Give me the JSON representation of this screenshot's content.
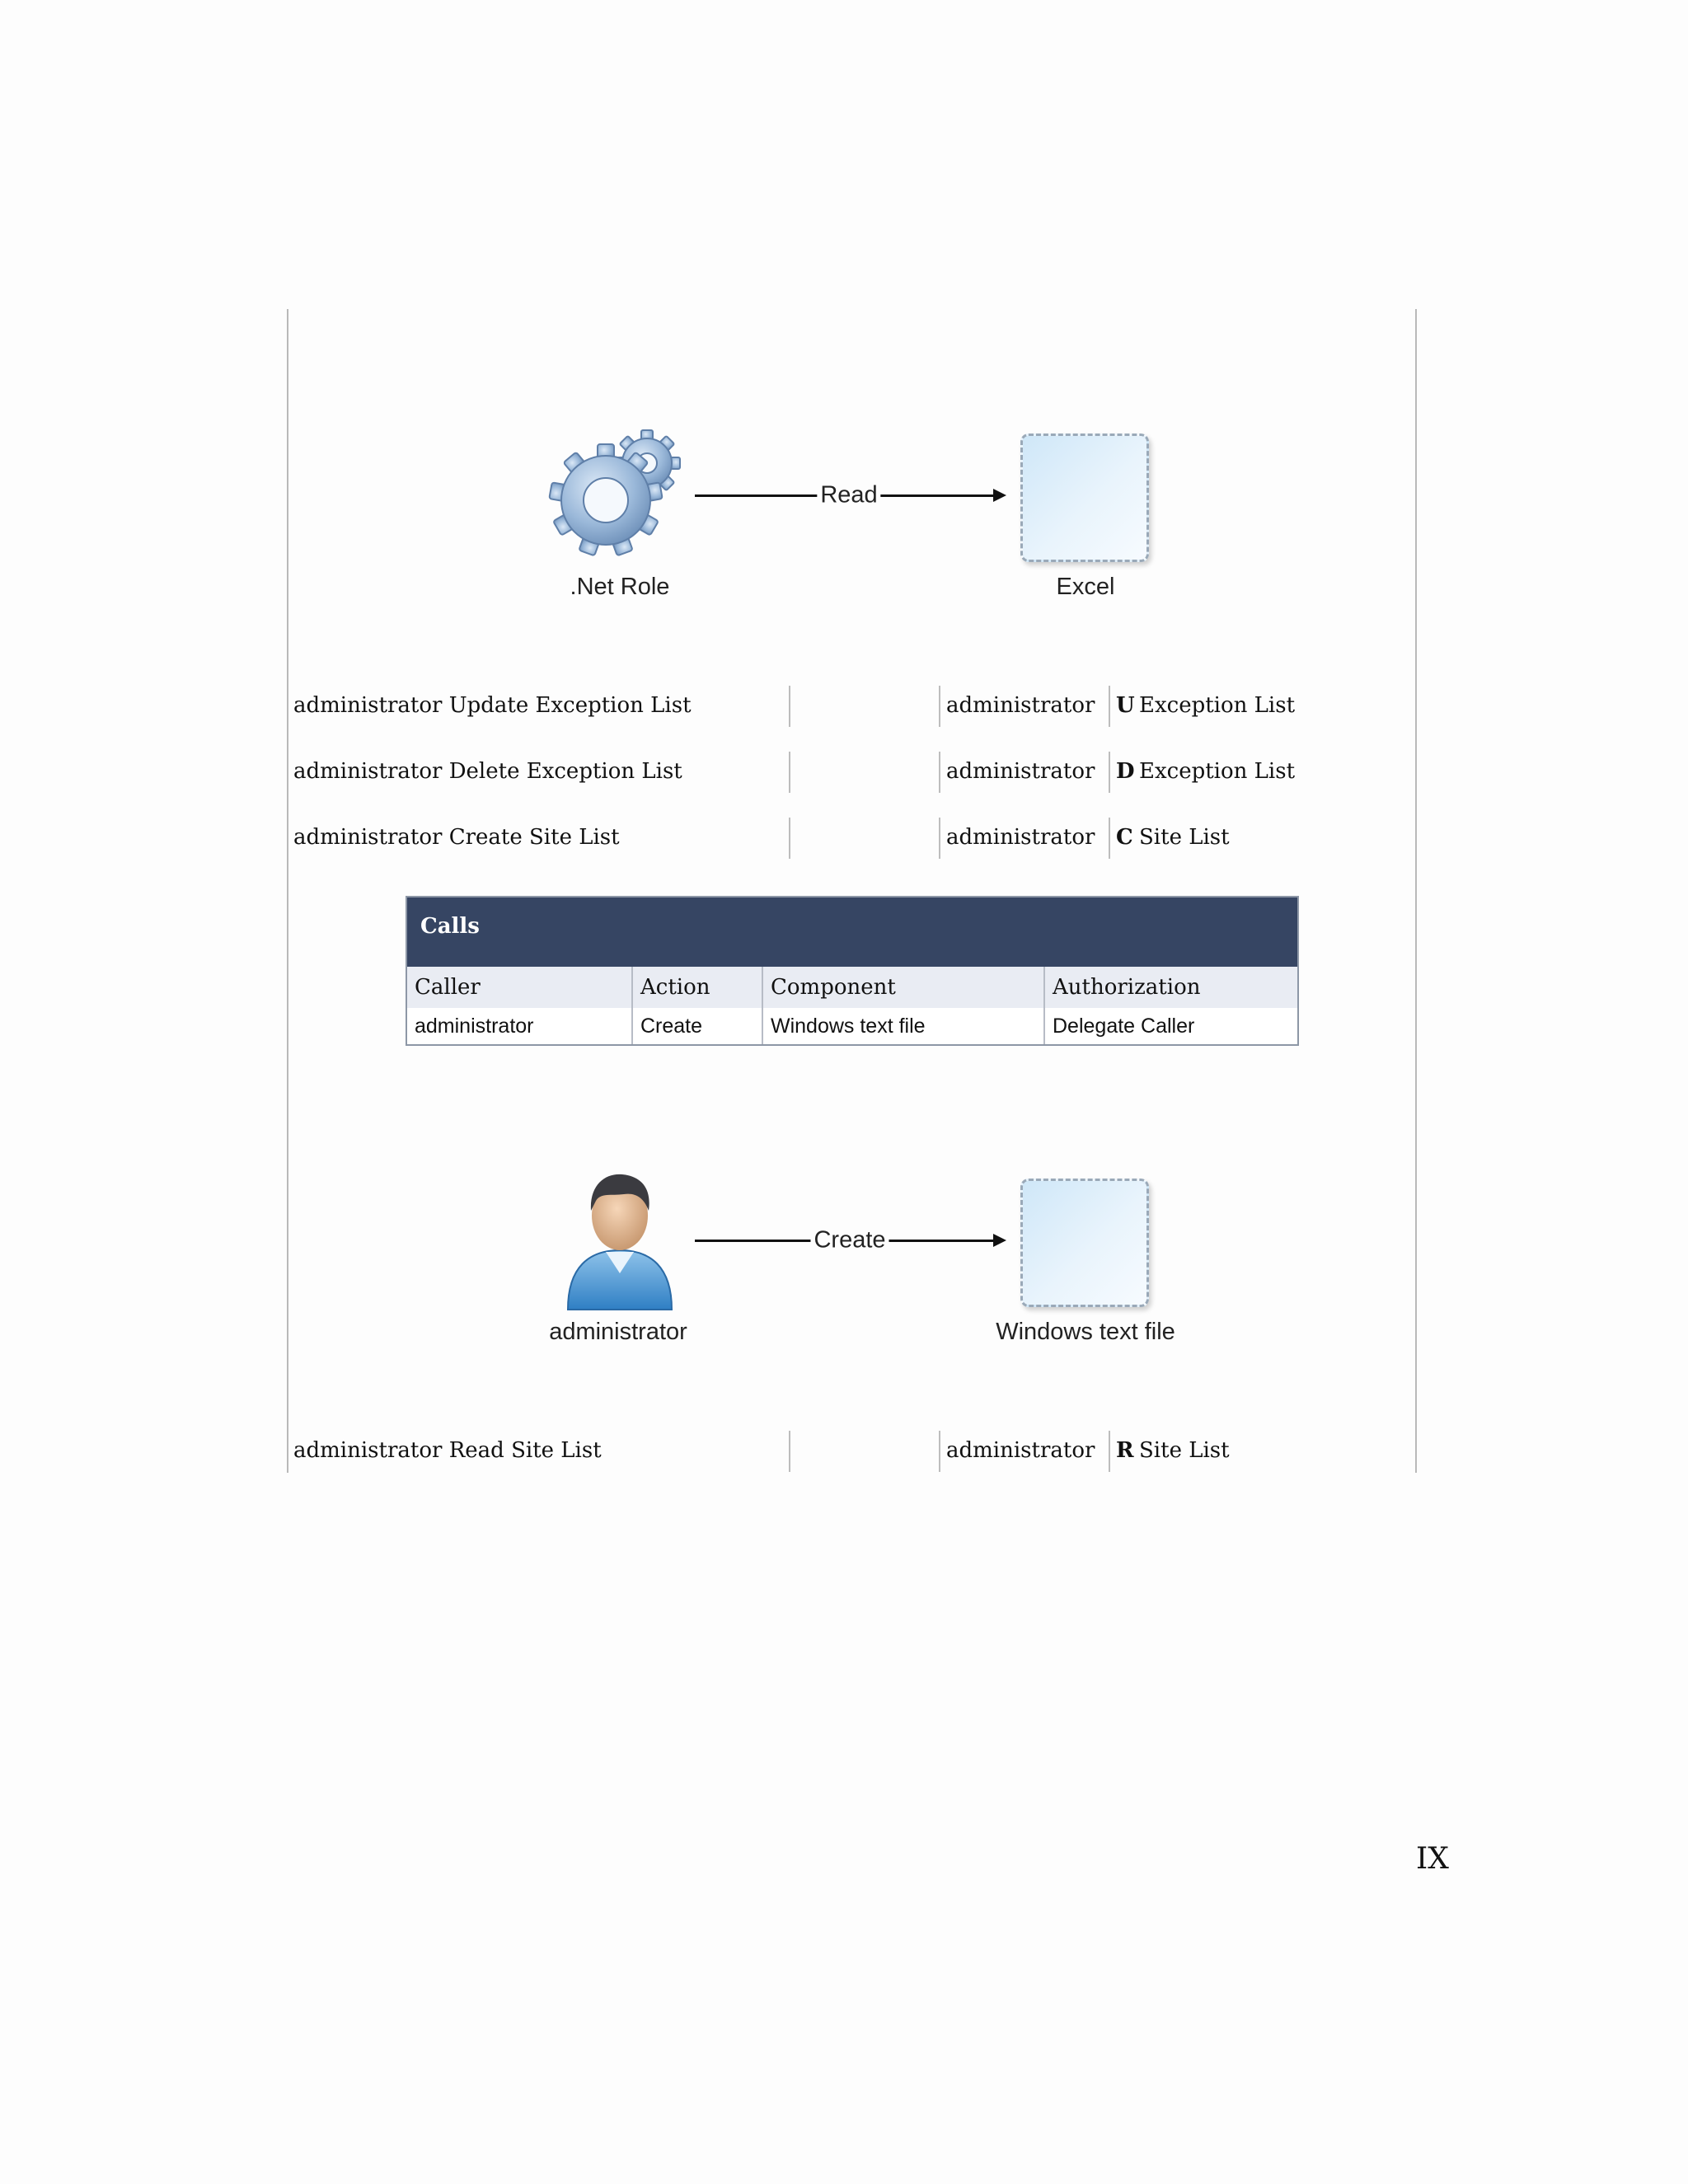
{
  "diagram1": {
    "source_label": ".Net Role",
    "target_label": "Excel",
    "edge_label": "Read",
    "source_icon": "gears-icon",
    "target_icon": "dashed-component-box"
  },
  "rows1": [
    {
      "description": "administrator Update Exception List",
      "caller": "administrator",
      "letter": "U",
      "object": "Exception List"
    },
    {
      "description": "administrator Delete Exception List",
      "caller": "administrator",
      "letter": "D",
      "object": "Exception List"
    },
    {
      "description": "administrator Create Site List",
      "caller": "administrator",
      "letter": "C",
      "object": "Site List"
    }
  ],
  "calls_table": {
    "title": "Calls",
    "headers": [
      "Caller",
      "Action",
      "Component",
      "Authorization"
    ],
    "rows": [
      [
        "administrator",
        "Create",
        "Windows text file",
        "Delegate Caller"
      ]
    ]
  },
  "diagram2": {
    "source_label": "administrator",
    "target_label": "Windows text file",
    "edge_label": "Create",
    "source_icon": "user-icon",
    "target_icon": "dashed-component-box"
  },
  "rows2": [
    {
      "description": "administrator Read Site List",
      "caller": "administrator",
      "letter": "R",
      "object": "Site List"
    }
  ],
  "page_number": "IX"
}
